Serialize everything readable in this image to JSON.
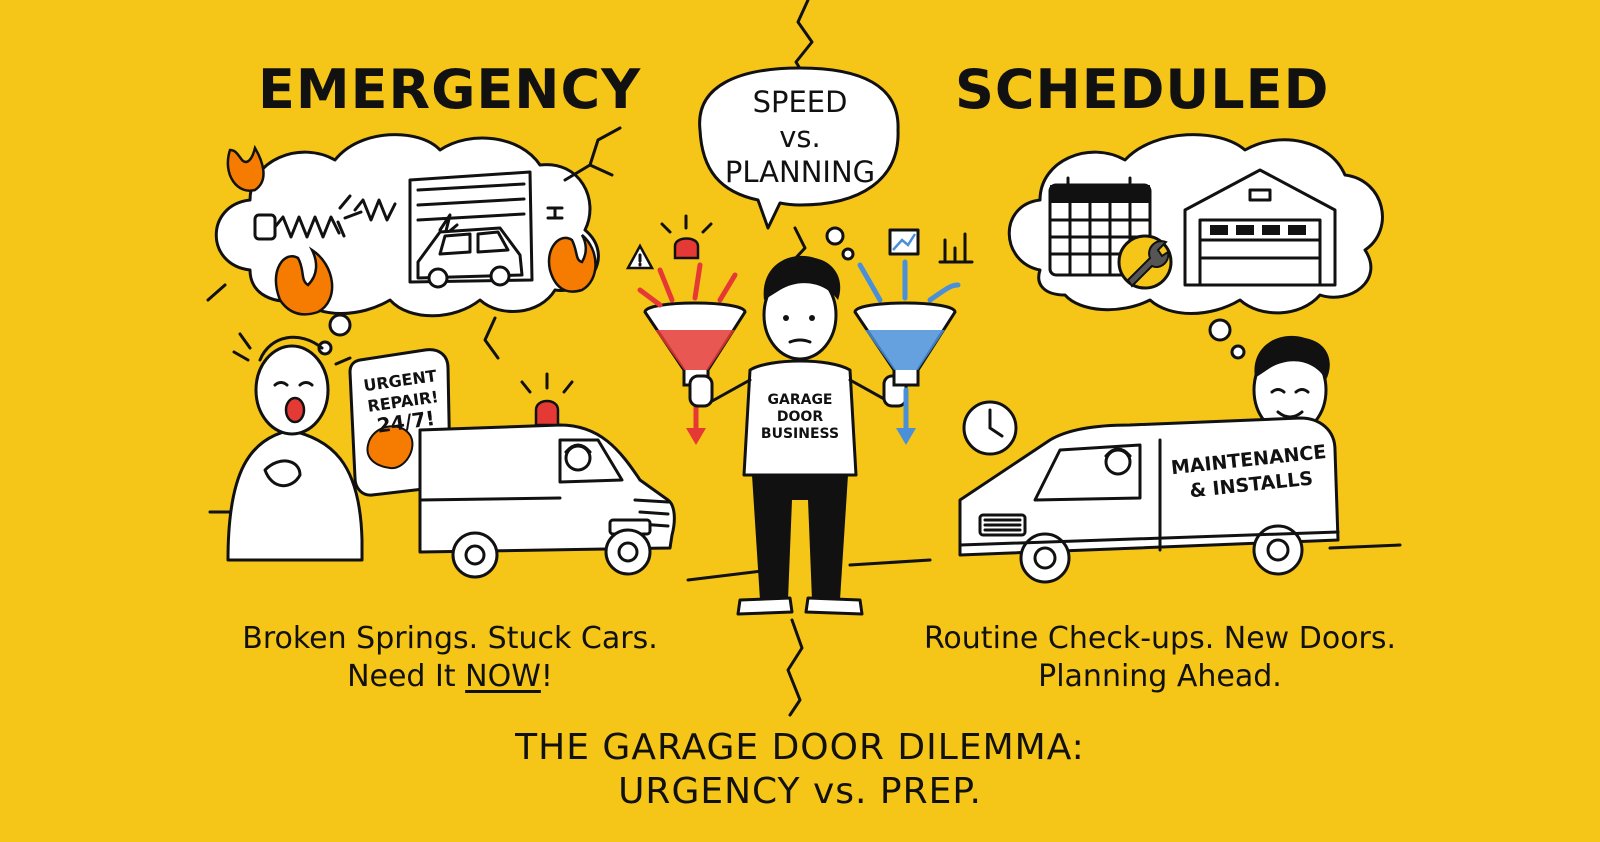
{
  "left": {
    "heading": "EMERGENCY",
    "caption_line1": "Broken Springs. Stuck Cars.",
    "caption_line2_prefix": "Need It ",
    "caption_line2_emphasis": "NOW",
    "caption_line2_suffix": "!",
    "phone_line1": "URGENT",
    "phone_line2": "REPAIR!",
    "phone_line3": "24/7!"
  },
  "right": {
    "heading": "SCHEDULED",
    "caption_line1": "Routine Check-ups. New Doors.",
    "caption_line2": "Planning Ahead.",
    "van_line1": "MAINTENANCE",
    "van_line2": "& INSTALLS"
  },
  "center": {
    "bubble_line1": "SPEED",
    "bubble_line2": "vs.",
    "bubble_line3": "PLANNING",
    "shirt_line1": "GARAGE",
    "shirt_line2": "DOOR",
    "shirt_line3": "BUSINESS"
  },
  "footer": {
    "line1": "THE GARAGE DOOR DILEMMA:",
    "line2": "URGENCY vs. PREP."
  },
  "colors": {
    "background": "#f5c518",
    "ink": "#111111",
    "alarm_red": "#e53935",
    "plan_blue": "#4a90d9",
    "flame_orange": "#f57c00"
  },
  "icons": [
    "flame-icon",
    "broken-spring-icon",
    "garage-door-icon",
    "car-icon",
    "warning-icon",
    "siren-icon",
    "smartphone-icon",
    "emergency-van-icon",
    "red-funnel-icon",
    "blue-funnel-icon",
    "chart-icon",
    "calendar-icon",
    "wrench-icon",
    "clock-icon",
    "service-van-icon"
  ]
}
